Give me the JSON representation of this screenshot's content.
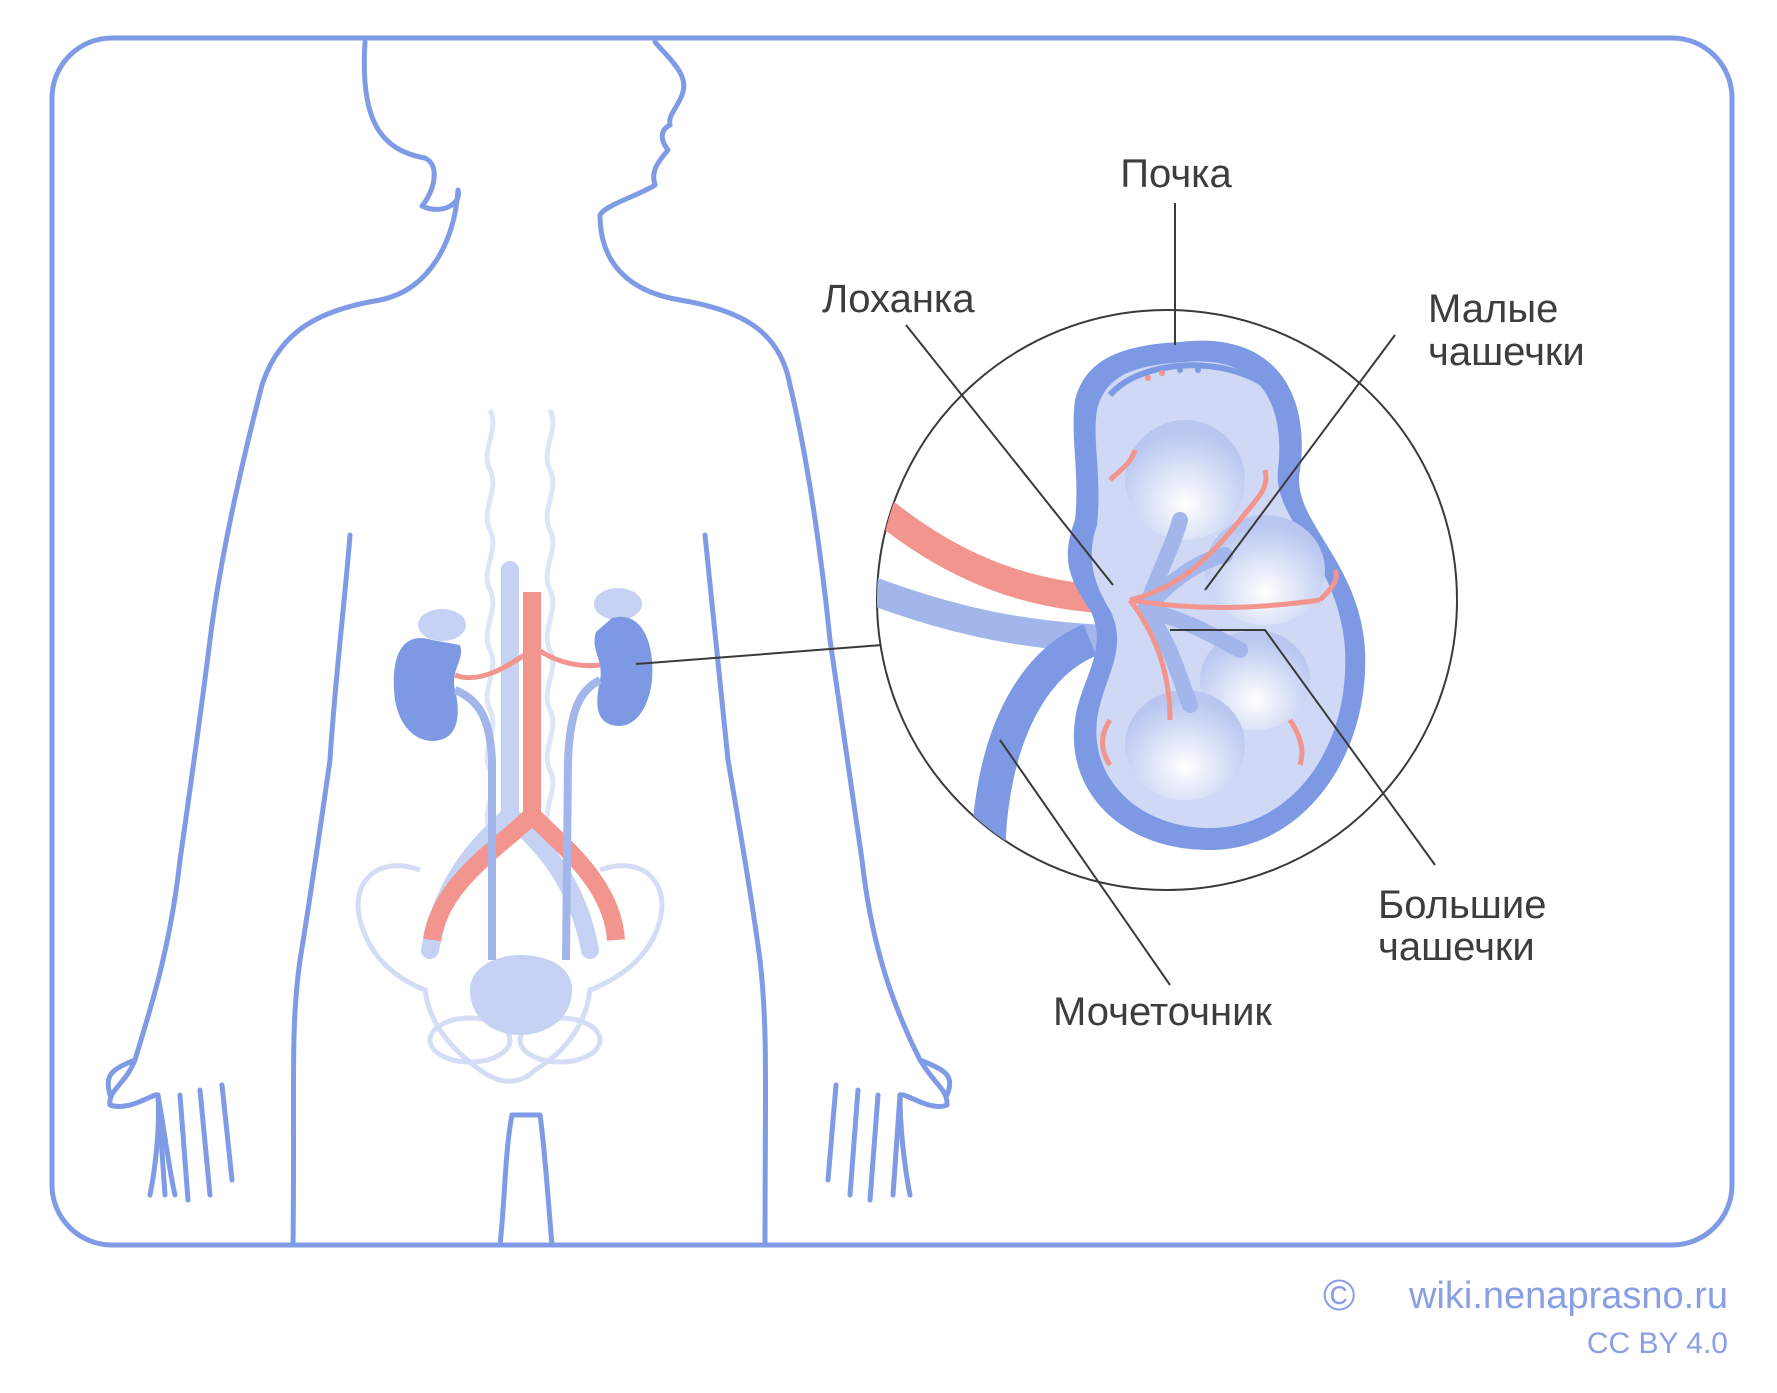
{
  "labels": {
    "kidney": "Почка",
    "pelvis": "Лоханка",
    "minor_calyces_line1": "Малые",
    "minor_calyces_line2": "чашечки",
    "major_calyces_line1": "Большие",
    "major_calyces_line2": "чашечки",
    "ureter": "Мочеточник"
  },
  "credit": {
    "copyright_symbol": "©",
    "site": "wiki.nenaprasno.ru",
    "license": "CC BY 4.0"
  },
  "colors": {
    "outline_blue": "#7f9be6",
    "kidney_blue": "#7d99e4",
    "light_blue": "#c6d2f3",
    "artery_pink": "#f2958e",
    "leader_line": "#3a3a3a",
    "credit_blue": "#8a9ee6"
  }
}
